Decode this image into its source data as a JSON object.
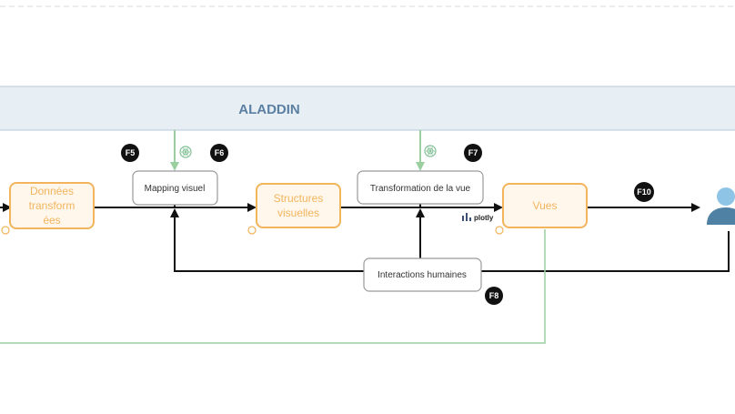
{
  "band": {
    "title": "ALADDIN",
    "fill": "#e8eff4",
    "stroke": "#b7c8d6"
  },
  "nodes": {
    "donnees_line1": "Données",
    "donnees_line2": "transform",
    "donnees_line3": "ées",
    "structures_line1": "Structures",
    "structures_line2": "visuelles",
    "vues": "Vues",
    "mapping": "Mapping visuel",
    "transformation": "Transformation de la vue",
    "interactions": "Interactions humaines"
  },
  "badges": {
    "f5": "F5",
    "f6": "F6",
    "f7": "F7",
    "f8": "F8",
    "f10": "F10"
  },
  "logos": {
    "plotly": "plotly",
    "openai_icon": "openai-icon",
    "user_icon": "user-icon"
  },
  "colors": {
    "orange": "#f2b45c",
    "orange_fill": "#fff7ec",
    "green": "#9ccf9f",
    "user": "#4f81a4",
    "user_head": "#8ec4e6"
  }
}
